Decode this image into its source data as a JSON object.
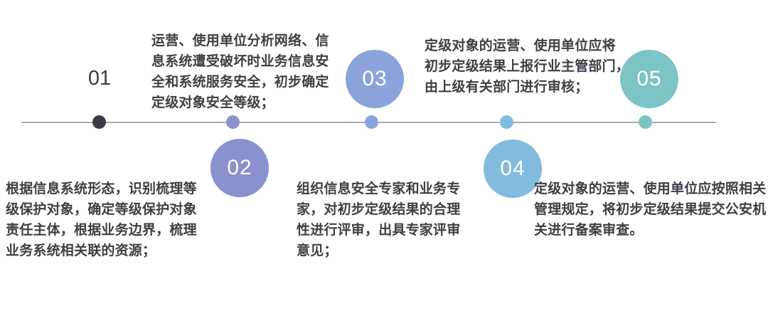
{
  "page": {
    "background_color": "#ffffff"
  },
  "timeline": {
    "type": "horizontal-process-timeline",
    "line_color": "#a9a9b1",
    "text_color": "#3e3e47",
    "circle_number_color": "#ffffff",
    "steps": [
      {
        "number": "01",
        "marker_style": "plain-number",
        "marker_side": "above",
        "description_side": "below",
        "accent_color": "#3b3b43",
        "description": "根据信息系统形态，识别梳理等\n级保护对象，确定等级保护对象\n责任主体，根据业务边界，梳理\n业务系统相关联的资源；"
      },
      {
        "number": "02",
        "marker_style": "circle",
        "marker_side": "below",
        "description_side": "above",
        "accent_color": "#8a91cf",
        "description": "运营、使用单位分析网络、信\n息系统遭受破坏时业务信息安\n全和系统服务安全，初步确定\n定级对象安全等级；"
      },
      {
        "number": "03",
        "marker_style": "circle",
        "marker_side": "above",
        "description_side": "below",
        "accent_color": "#8aa4db",
        "description": "组织信息安全专家和业务专\n家，对初步定级结果的合理\n性进行评审，出具专家评审\n意见；"
      },
      {
        "number": "04",
        "marker_style": "circle",
        "marker_side": "below",
        "description_side": "above",
        "accent_color": "#82bbdd",
        "description": "定级对象的运营、使用单位应将\n初步定级结果上报行业主管部门，\n由上级有关部门进行审核；"
      },
      {
        "number": "05",
        "marker_style": "circle",
        "marker_side": "above",
        "description_side": "below",
        "accent_color": "#7cc4c6",
        "description": "定级对象的运营、使用单位应按照相关\n管理规定，将初步定级结果提交公安机\n关进行备案审查。"
      }
    ]
  }
}
